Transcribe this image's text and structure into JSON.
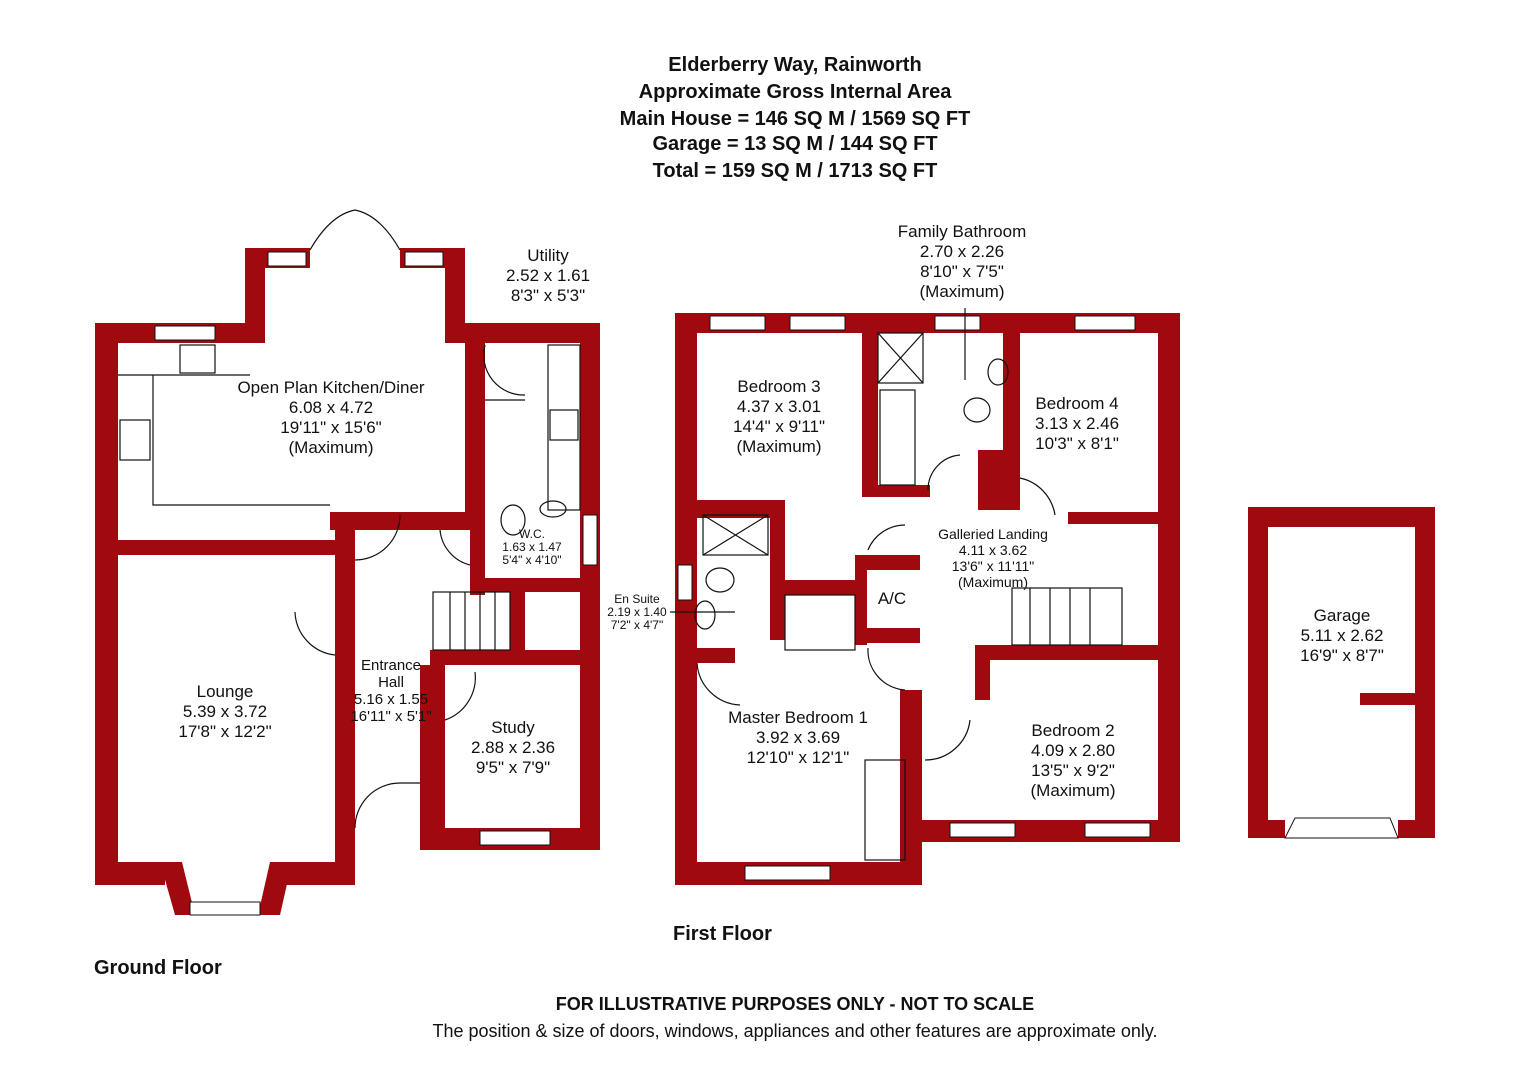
{
  "header": {
    "address": "Elderberry Way, Rainworth",
    "subtitle": "Approximate Gross Internal Area",
    "main_house": "Main House = 146 SQ M / 1569 SQ FT",
    "garage": "Garage = 13 SQ M / 144 SQ FT",
    "total": "Total = 159 SQ M / 1713 SQ FT"
  },
  "colors": {
    "wall": "#a00a0e",
    "line": "#111111"
  },
  "ground_floor": {
    "label": "Ground Floor",
    "rooms": [
      {
        "name": "Open Plan Kitchen/Diner",
        "metric": "6.08 x 4.72",
        "imperial": "19'11\" x 15'6\"",
        "note": "(Maximum)"
      },
      {
        "name": "Utility",
        "metric": "2.52 x 1.61",
        "imperial": "8'3\" x 5'3\""
      },
      {
        "name": "W.C.",
        "metric": "1.63 x 1.47",
        "imperial": "5'4\" x 4'10\""
      },
      {
        "name": "Lounge",
        "metric": "5.39 x 3.72",
        "imperial": "17'8\" x 12'2\""
      },
      {
        "name": "Entrance",
        "name2": "Hall",
        "metric": "5.16 x 1.55",
        "imperial": "16'11\" x 5'1\""
      },
      {
        "name": "Study",
        "metric": "2.88 x 2.36",
        "imperial": "9'5\" x 7'9\""
      }
    ]
  },
  "first_floor": {
    "label": "First Floor",
    "rooms": [
      {
        "name": "Family Bathroom",
        "metric": "2.70 x 2.26",
        "imperial": "8'10\" x 7'5\"",
        "note": "(Maximum)"
      },
      {
        "name": "Bedroom 3",
        "metric": "4.37 x 3.01",
        "imperial": "14'4\" x 9'11\"",
        "note": "(Maximum)"
      },
      {
        "name": "Bedroom 4",
        "metric": "3.13 x 2.46",
        "imperial": "10'3\" x 8'1\""
      },
      {
        "name": "Galleried Landing",
        "metric": "4.11 x 3.62",
        "imperial": "13'6\" x 11'11\"",
        "note": "(Maximum)"
      },
      {
        "name": "En Suite",
        "metric": "2.19 x 1.40",
        "imperial": "7'2\" x 4'7\""
      },
      {
        "name": "Master Bedroom 1",
        "metric": "3.92 x 3.69",
        "imperial": "12'10\" x 12'1\""
      },
      {
        "name": "Bedroom 2",
        "metric": "4.09 x 2.80",
        "imperial": "13'5\" x 9'2\"",
        "note": "(Maximum)"
      },
      {
        "name": "A/C"
      }
    ]
  },
  "garage": {
    "name": "Garage",
    "metric": "5.11 x 2.62",
    "imperial": "16'9\" x 8'7\""
  },
  "footer": {
    "disclaimer": "FOR ILLUSTRATIVE PURPOSES ONLY - NOT TO SCALE",
    "note": "The position & size of doors, windows, appliances and other features are approximate only."
  }
}
